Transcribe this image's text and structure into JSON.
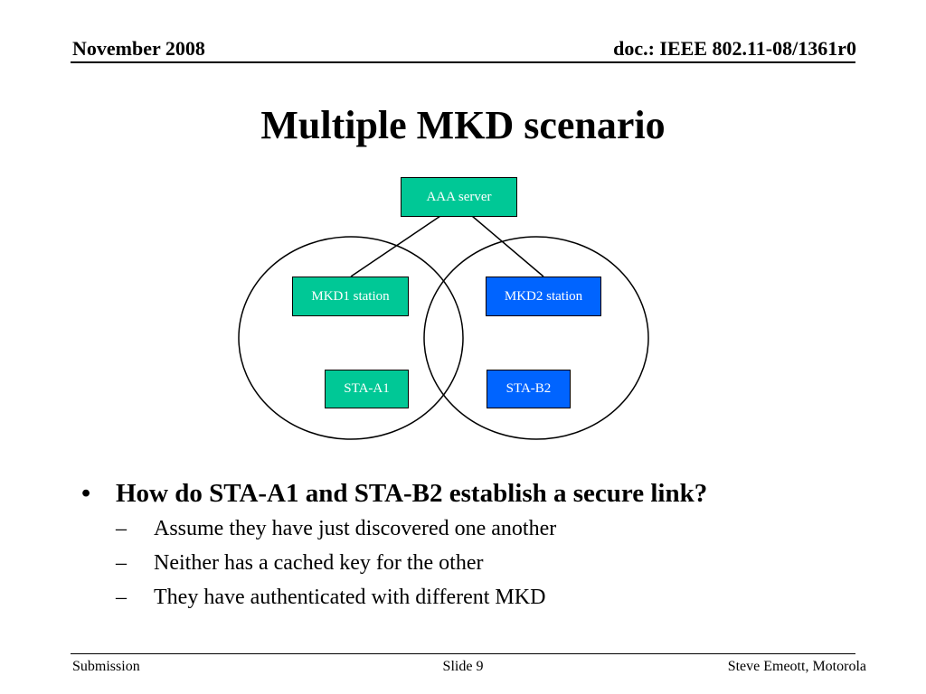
{
  "header": {
    "date": "November 2008",
    "doc_id": "doc.: IEEE 802.11-08/1361r0"
  },
  "title": "Multiple MKD scenario",
  "diagram": {
    "aaa": "AAA server",
    "mkd1": "MKD1 station",
    "mkd2": "MKD2 station",
    "sta_a1": "STA-A1",
    "sta_b2": "STA-B2",
    "colors": {
      "teal": "#00c896",
      "blue": "#0064ff"
    }
  },
  "bullets": {
    "main": "How do STA-A1 and STA-B2 establish a secure link?",
    "subs": [
      "Assume they have just discovered one another",
      "Neither has a cached key for the other",
      "They have authenticated with different MKD"
    ],
    "bullet_glyph": "•",
    "dash_glyph": "–"
  },
  "footer": {
    "left": "Submission",
    "center": "Slide 9",
    "right": "Steve Emeott, Motorola"
  }
}
